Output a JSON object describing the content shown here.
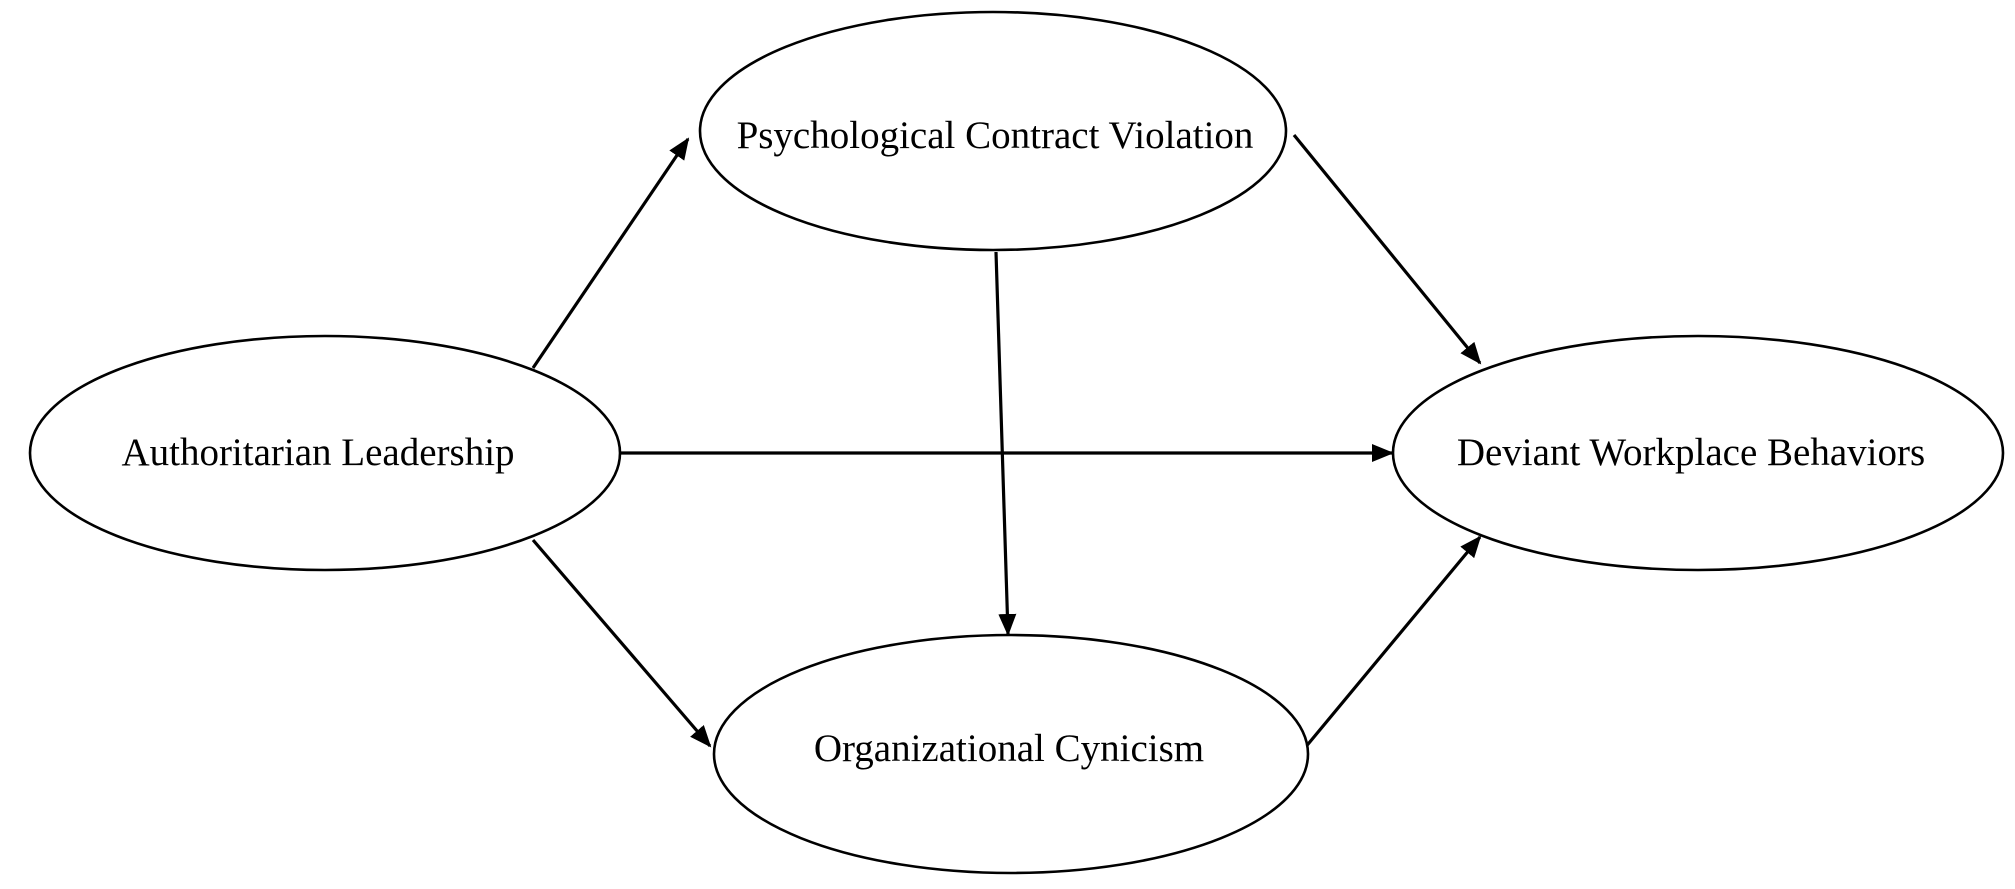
{
  "nodes": [
    {
      "id": "authoritarian-leadership",
      "label": "Authoritarian Leadership"
    },
    {
      "id": "psychological-contract-violation",
      "label": "Psychological Contract Violation"
    },
    {
      "id": "organizational-cynicism",
      "label": "Organizational Cynicism"
    },
    {
      "id": "deviant-workplace-behaviors",
      "label": "Deviant Workplace Behaviors"
    }
  ],
  "edges": [
    {
      "from": "authoritarian-leadership",
      "to": "psychological-contract-violation"
    },
    {
      "from": "authoritarian-leadership",
      "to": "deviant-workplace-behaviors"
    },
    {
      "from": "authoritarian-leadership",
      "to": "organizational-cynicism"
    },
    {
      "from": "psychological-contract-violation",
      "to": "deviant-workplace-behaviors"
    },
    {
      "from": "psychological-contract-violation",
      "to": "organizational-cynicism"
    },
    {
      "from": "organizational-cynicism",
      "to": "deviant-workplace-behaviors"
    }
  ],
  "colors": {
    "stroke": "#000000",
    "fill": "#ffffff",
    "text": "#000000"
  }
}
